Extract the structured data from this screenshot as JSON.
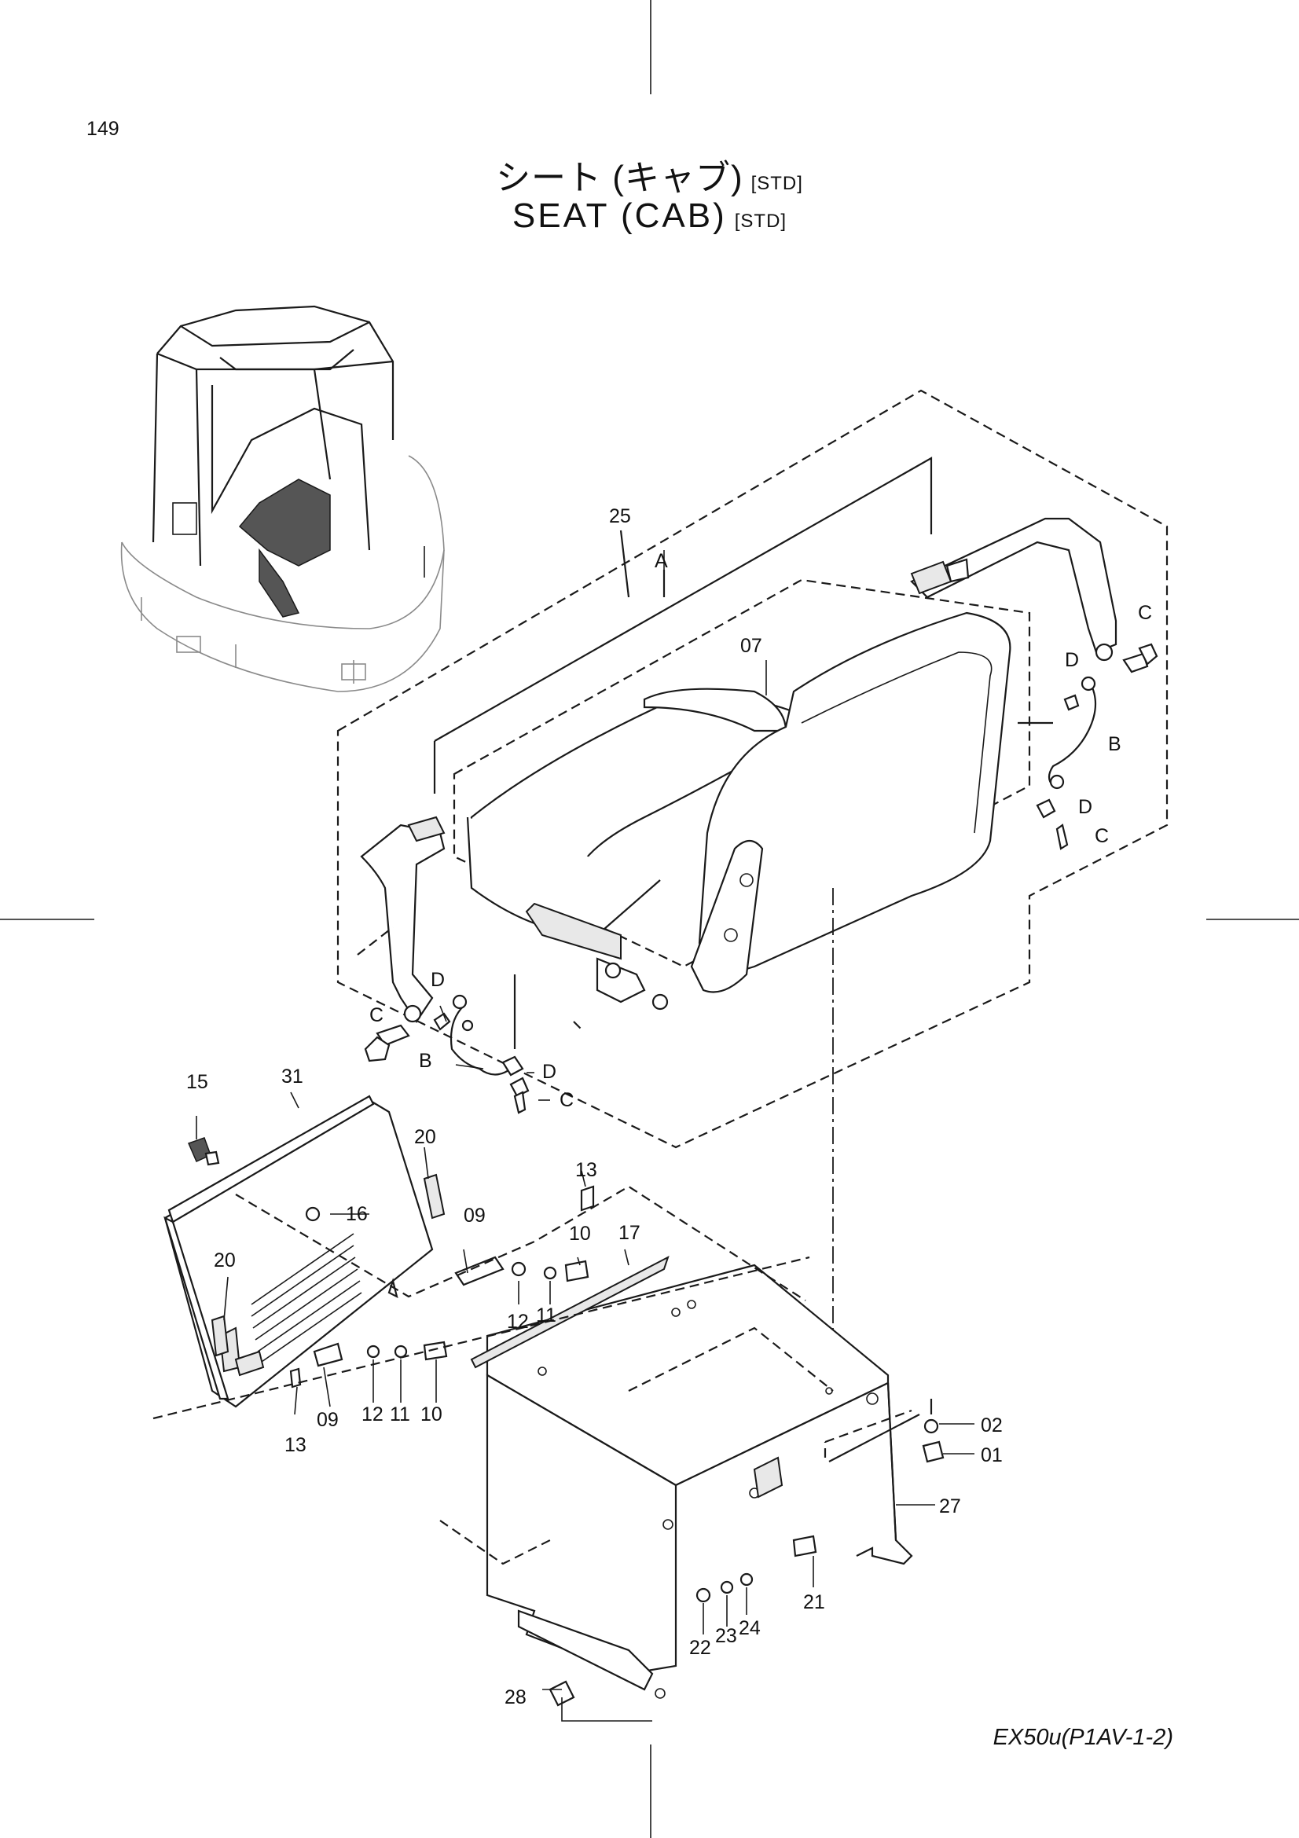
{
  "page_number": "149",
  "title_jp": "シート (キャブ)",
  "title_en": "SEAT  (CAB)",
  "title_tag": "[STD]",
  "model_code": "EX50u(P1AV-1-2)",
  "part_labels": {
    "p25": "25",
    "pA": "A",
    "p07": "07",
    "pC1": "C",
    "pD1": "D",
    "pB1": "B",
    "pD2": "D",
    "pC2": "C",
    "pD3": "D",
    "pC3": "C",
    "pB2": "B",
    "pD4": "D",
    "pC4": "C",
    "p15": "15",
    "p31": "31",
    "p20a": "20",
    "p16": "16",
    "p20b": "20",
    "p09a": "09",
    "p13a": "13",
    "p10a": "10",
    "p17": "17",
    "p12a": "12",
    "p11a": "11",
    "p12b": "12",
    "p11b": "11",
    "p10b": "10",
    "p09b": "09",
    "p13b": "13",
    "p02": "02",
    "p01": "01",
    "p27": "27",
    "p21": "21",
    "p22": "22",
    "p23": "23",
    "p24": "24",
    "p28": "28"
  }
}
